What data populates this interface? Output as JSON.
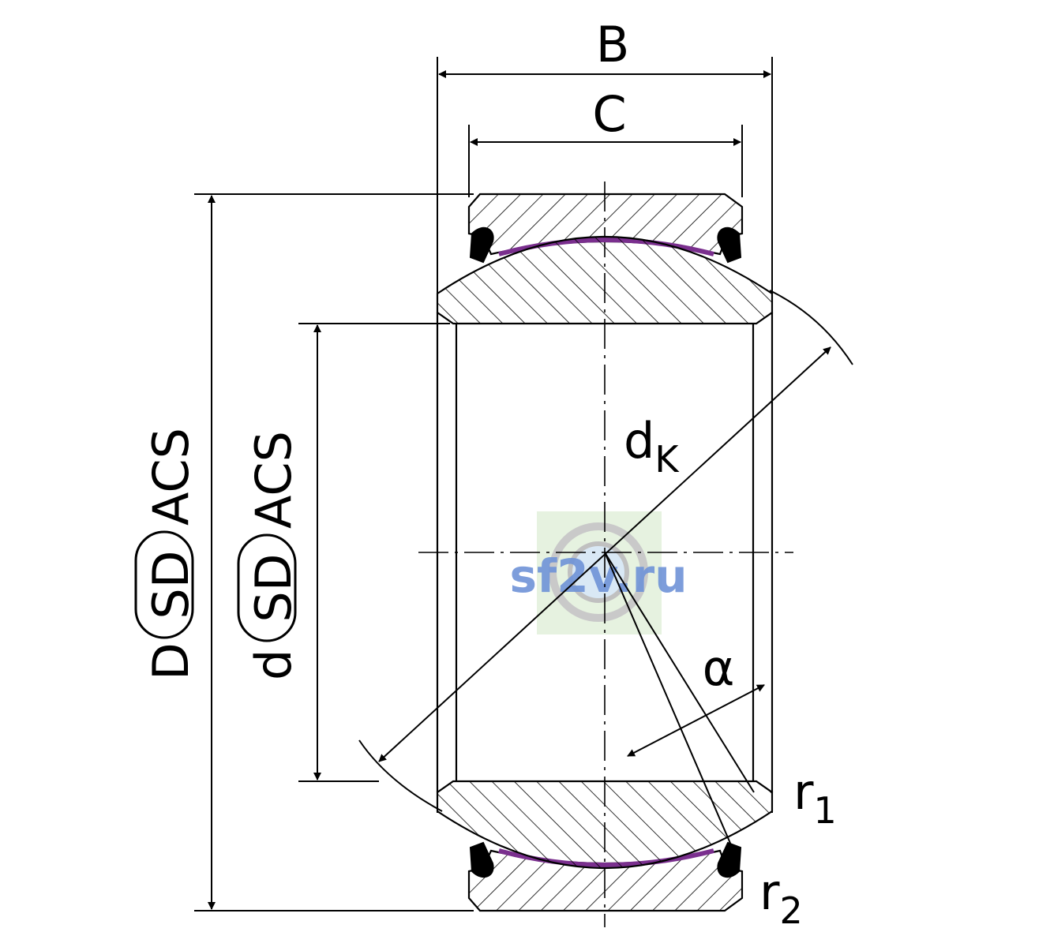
{
  "labels": {
    "width_total": "B",
    "width_outer_ring": "C",
    "sphere_diameter_letter": "d",
    "sphere_diameter_sub": "K",
    "angle": "α",
    "radius1_letter": "r",
    "radius1_sub": "1",
    "radius2_letter": "r",
    "radius2_sub": "2",
    "outer_diameter_letter": "D",
    "outer_diameter_badge": "SD",
    "outer_diameter_suffix": "ACS",
    "bore_diameter_letter": "d",
    "bore_diameter_badge": "SD",
    "bore_diameter_suffix": "ACS"
  },
  "watermark": {
    "text": "sf2v.ru"
  },
  "colors": {
    "line": "#000000",
    "liner": "#7a2f8e",
    "watermark_text": "#6f93d8",
    "watermark_bg": "#e6f2e0"
  }
}
